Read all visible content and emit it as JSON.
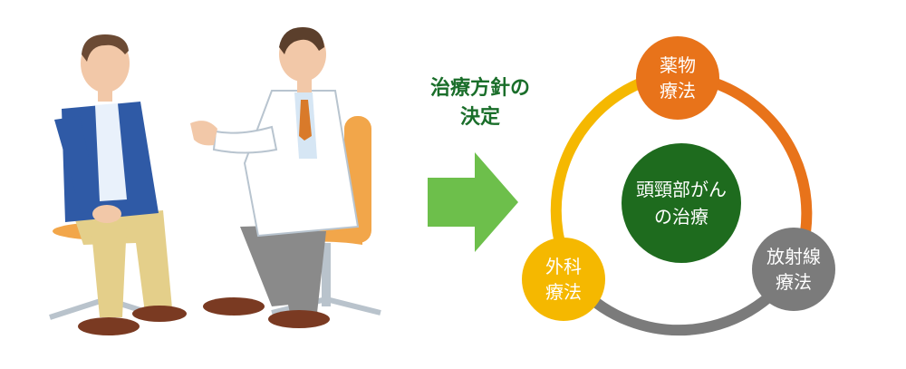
{
  "caption": {
    "line1": "治療方針の",
    "line2": "決定"
  },
  "diagram": {
    "center": {
      "line1": "頭頸部がん",
      "line2": "の治療"
    },
    "nodes": {
      "top": {
        "line1": "薬物",
        "line2": "療法"
      },
      "left": {
        "line1": "外科",
        "line2": "療法"
      },
      "right": {
        "line1": "放射線",
        "line2": "療法"
      }
    }
  },
  "colors": {
    "caption": "#1a6e2a",
    "arrow": "#6dbf4b",
    "center": "#1e6b1e",
    "top_node": "#e8731a",
    "left_node": "#f5b800",
    "right_node": "#7b7b7b",
    "ring_orange": "#e8731a",
    "ring_yellow": "#f5b800",
    "ring_gray": "#7b7b7b",
    "jacket_blue": "#2f5aa6",
    "coat_white": "#ffffff",
    "chair_orange": "#f2a64a"
  },
  "icons": {
    "patient": "patient-illustration",
    "doctor": "doctor-illustration",
    "arrow": "right-arrow-icon"
  }
}
